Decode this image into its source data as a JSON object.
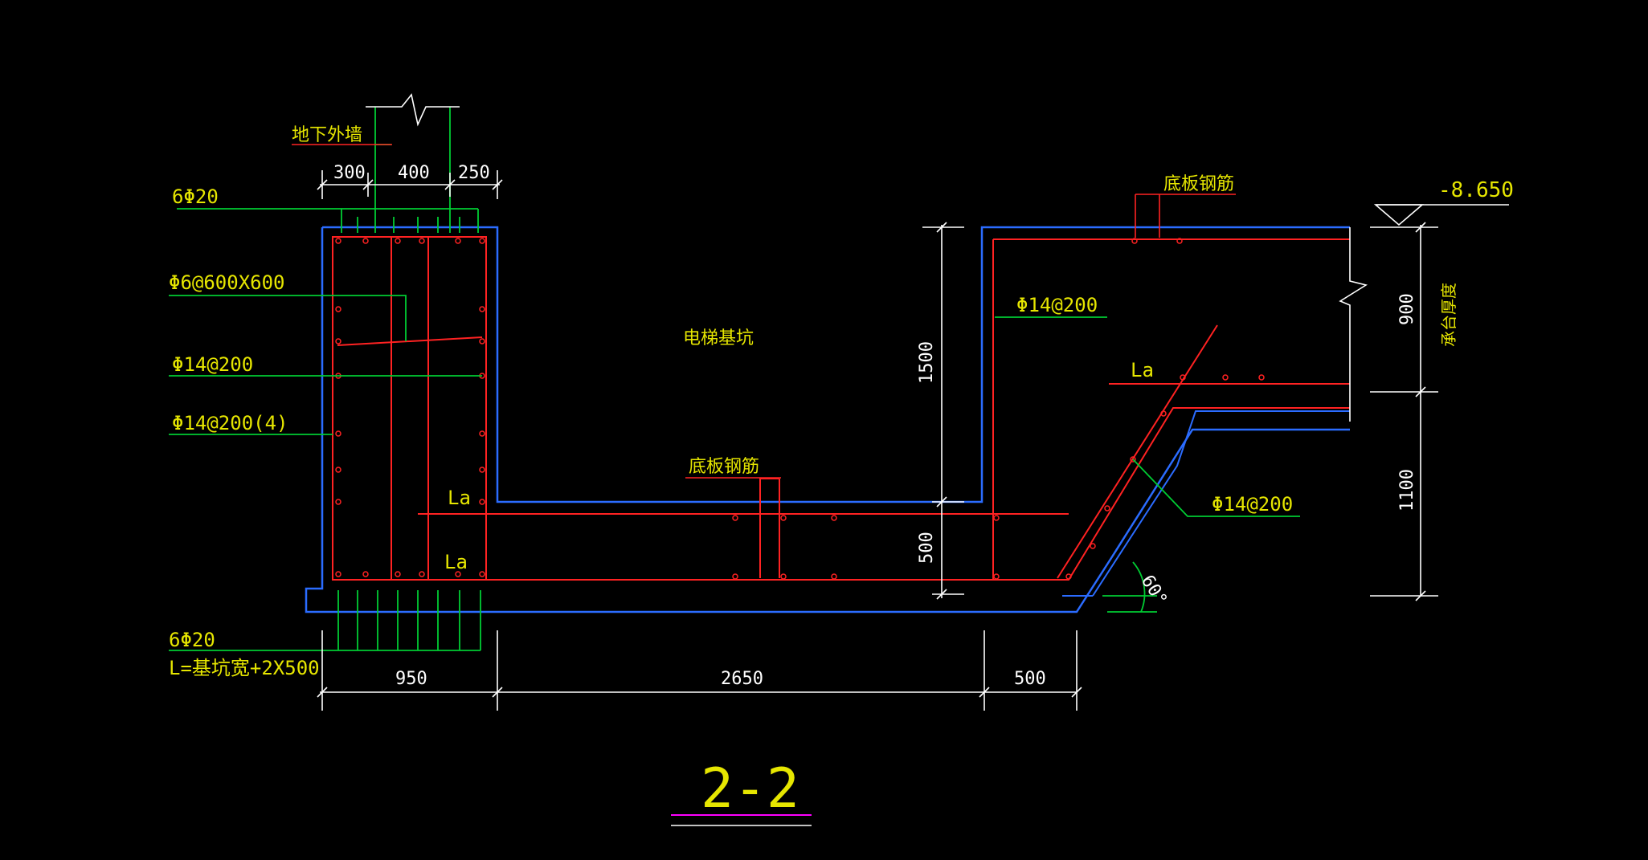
{
  "colors": {
    "background": "#000000",
    "concrete_outline": "#2b6cff",
    "rebar": "#ff2222",
    "leader": "#00cc33",
    "dimension": "#ffffff",
    "annotation_text": "#e6e600",
    "title_underline": "#ff00ff"
  },
  "title": "2-2",
  "labels": {
    "basement_wall": "地下外墙",
    "pit_name": "电梯基坑",
    "slab_rebar_top": "底板钢筋",
    "slab_rebar_mid": "底板钢筋",
    "cap_thickness": "承台厚度",
    "elevation": "-8.650",
    "la_1": "La",
    "la_2": "La",
    "la_3": "La",
    "angle": "60°"
  },
  "rebar_callouts": {
    "top_bars": "6Φ20",
    "tie_bars": "Φ6@600X600",
    "horizontal": "Φ14@200",
    "vertical": "Φ14@200(4)",
    "bottom_bars": "6Φ20",
    "bottom_length": "L=基坑宽+2X500",
    "right_wall": "Φ14@200",
    "slope": "Φ14@200"
  },
  "dimensions": {
    "top_300": "300",
    "top_400": "400",
    "top_250": "250",
    "bottom_950": "950",
    "bottom_2650": "2650",
    "bottom_500": "500",
    "height_1500": "1500",
    "height_500": "500",
    "right_900": "900",
    "right_1100": "1100"
  }
}
